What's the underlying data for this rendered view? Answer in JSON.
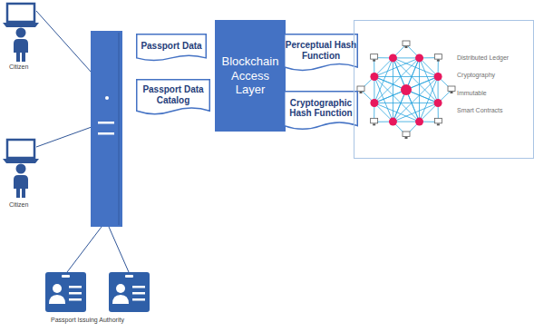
{
  "diagram": {
    "nodes": [
      {
        "text": [
          "Passport Data"
        ]
      },
      {
        "text": [
          "Passport Data Catalog"
        ]
      },
      {
        "text": [
          "Blockchain Access Layer"
        ]
      },
      {
        "text": [
          "Perceptual Hash Function"
        ]
      },
      {
        "text": [
          "Cryptographic Hash Function"
        ]
      },
      {
        "text": [
          "Distributed Ledger",
          "Cryptography",
          "Immutable",
          "Smart Contracts"
        ]
      }
    ],
    "labels": [
      "Citizen",
      "Citizen",
      "Passport Issuing Authority"
    ]
  }
}
